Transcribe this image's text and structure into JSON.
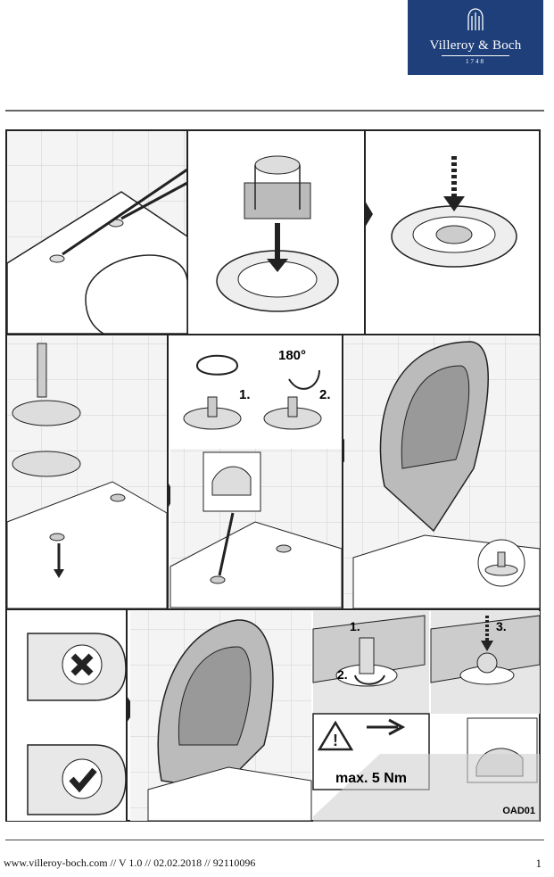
{
  "logo": {
    "brand": "Villeroy & Boch",
    "year": "1748"
  },
  "steps": {
    "step_a": "1.",
    "step_b": "2.",
    "rotation": "180°",
    "step_c": "1.",
    "step_d": "2.",
    "step_e": "3."
  },
  "warning": {
    "torque": "max. 5 Nm"
  },
  "code": "OAD01",
  "footer": {
    "text": "www.villeroy-boch.com // V 1.0 // 02.02.2018 // 92110096",
    "page": "1"
  },
  "colors": {
    "brand": "#1e3f7a",
    "line": "#222222",
    "wall": "#f3f3f3",
    "grey": "#c8c8c8"
  }
}
